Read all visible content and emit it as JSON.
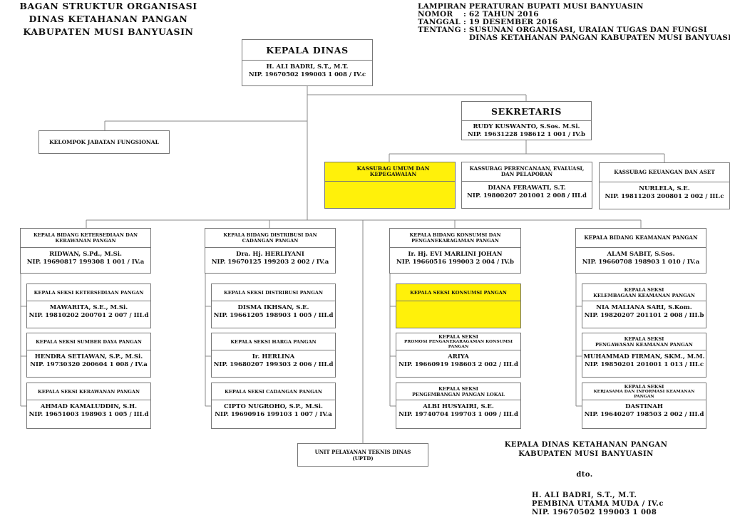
{
  "title": [
    "BAGAN STRUKTUR ORGANISASI",
    "DINAS KETAHANAN PANGAN",
    "KABUPATEN MUSI BANYUASIN"
  ],
  "lampiran": {
    "lampiran": "LAMPIRAN",
    "lampiran_val": ": PERATURAN BUPATI MUSI BANYUASIN",
    "nomor": "NOMOR",
    "nomor_val": ": 62 TAHUN 2016",
    "tanggal": "TANGGAL",
    "tanggal_val": ": 19 DESEMBER 2016",
    "tentang": "TENTANG",
    "tentang_val": ": SUSUNAN ORGANISASI, URAIAN TUGAS DAN FUNGSI",
    "tentang_val2": "DINAS KETAHANAN PANGAN KABUPATEN MUSI BANYUASIN"
  },
  "kepala_dinas": {
    "title": "KEPALA DINAS",
    "name": "H. ALI BADRI, S.T., M.T.",
    "nip": "NIP. 19670502 199003 1 008 / IV.c"
  },
  "sekretaris": {
    "title": "SEKRETARIS",
    "name": "RUDY KUSWANTO, S.Sos. M.Si.",
    "nip": "NIP. 19631228 198612 1 001 / IV.b"
  },
  "kelompok": "KELOMPOK JABATAN FUNGSIONAL",
  "kassubag_umum": "KASSUBAG UMUM DAN KEPEGAWAIAN",
  "kassubag_perencanaan": {
    "title": "KASSUBAG PERENCANAAN, EVALUASI, DAN PELAPORAN",
    "name": "DIANA FERAWATI, S.T.",
    "nip": "NIP. 19800207 201001 2 008 / III.d"
  },
  "kassubag_keuangan": {
    "title": "KASSUBAG KEUANGAN DAN ASET",
    "name": "NURLELA, S.E.",
    "nip": "NIP. 19811203 200801 2 002 / III.c"
  },
  "bidang1": {
    "title": "KEPALA BIDANG KETERSEDIAAN DAN KERAWANAN PANGAN",
    "name": "RIDWAN, S.Pd., M.Si.",
    "nip": "NIP. 19690817 199308 1 001 / IV.a"
  },
  "seksi1a": {
    "title": "KEPALA SEKSI KETERSEDIAAN PANGAN",
    "name": "MAWARITA, S.E., M.Si.",
    "nip": "NIP. 19810202 200701 2 007 / III.d"
  },
  "seksi1b": {
    "title": "KEPALA SEKSI SUMBER DAYA PANGAN",
    "name": "HENDRA SETIAWAN, S.P., M.Si.",
    "nip": "NIP. 19730320 200604 1 008 / IV.a"
  },
  "seksi1c": {
    "title": "KEPALA SEKSI KERAWANAN PANGAN",
    "name": "AHMAD KAMALUDDIN, S.H.",
    "nip": "NIP. 19651003 198903 1 005 / III.d"
  },
  "bidang2": {
    "title": "KEPALA BIDANG DISTRIBUSI DAN CADANGAN PANGAN",
    "name": "Dra. Hj. HERLIYANI",
    "nip": "NIP. 19670125 199203 2 002 / IV.a"
  },
  "seksi2a": {
    "title": "KEPALA SEKSI DISTRIBUSI PANGAN",
    "name": "DISMA IKHSAN, S.E.",
    "nip": "NIP. 19661205 198903 1 005 / III.d"
  },
  "seksi2b": {
    "title": "KEPALA SEKSI HARGA PANGAN",
    "name": "Ir. HERLINA",
    "nip": "NIP. 19680207 199303 2 006 / III.d"
  },
  "seksi2c": {
    "title": "KEPALA SEKSI CADANGAN PANGAN",
    "name": "CIPTO NUGROHO, S.P., M.Si.",
    "nip": "NIP. 19690916 199103 1 007 / IV.a"
  },
  "bidang3": {
    "title": "KEPALA BIDANG KONSUMSI DAN PENGANEKARAGAMAN PANGAN",
    "name": "Ir. Hj. EVI MARLINI JOHAN",
    "nip": "NIP. 19660516 199003 2 004 / IV.b"
  },
  "seksi3a": "KEPALA SEKSI KONSUMSI PANGAN",
  "seksi3b": {
    "title1": "KEPALA SEKSI",
    "title2": "PROMOSI PENGANEKARAGAMAN KONSUMSI PANGAN",
    "name": "ARIYA",
    "nip": "NIP. 19660919 198603 2 002 / III.d"
  },
  "seksi3c": {
    "title1": "KEPALA SEKSI",
    "title2": "PENGEMBANGAN PANGAN LOKAL",
    "name": "ALBI HUSYAIRI, S.E.",
    "nip": "NIP. 19740704 199703 1 009 / III.d"
  },
  "bidang4": {
    "title": "KEPALA BIDANG KEAMANAN PANGAN",
    "name": "ALAM SABIT, S.Sos.",
    "nip": "NIP. 19660708 198903 1 010 / IV.a"
  },
  "seksi4a": {
    "title1": "KEPALA SEKSI",
    "title2": "KELEMBAGAAN KEAMANAN PANGAN",
    "name": "NIA MALIANA SARI, S.Kom.",
    "nip": "NIP. 19820207 201101 2 008 / III.b"
  },
  "seksi4b": {
    "title1": "KEPALA SEKSI",
    "title2": "PENGAWASAN KEAMANAN PANGAN",
    "name": "MUHAMMAD FIRMAN, SKM., M.M.",
    "nip": "NIP. 19850201 201001 1 013 / III.c"
  },
  "seksi4c": {
    "title1": "KEPALA SEKSI",
    "title2": "KERJASAMA DAN INFORMASI KEAMANAN PANGAN",
    "name": "DASTINAH",
    "nip": "NIP. 19640207 198503 2 002 / III.d"
  },
  "uptd": {
    "line1": "UNIT PELAYANAN TEKNIS DINAS",
    "line2": "(UPTD)"
  },
  "signature": {
    "line1": "KEPALA DINAS KETAHANAN PANGAN",
    "line2": "KABUPATEN MUSI BANYUASIN",
    "dto": "dto.",
    "name": "H. ALI BADRI, S.T., M.T.",
    "rank": "PEMBINA UTAMA MUDA / IV.c",
    "nip": "NIP. 19670502 199003 1 008"
  },
  "colors": {
    "highlight": "#fff10a",
    "border": "#777777"
  }
}
